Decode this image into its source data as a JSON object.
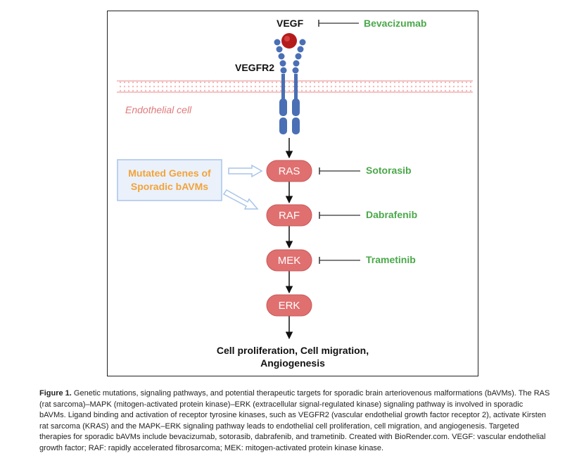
{
  "diagram": {
    "ligand": "VEGF",
    "receptor": "VEGFR2",
    "cell_label": "Endothelial cell",
    "mutated_genes_line1": "Mutated Genes of",
    "mutated_genes_line2": "Sporadic bAVMs",
    "nodes": [
      "RAS",
      "RAF",
      "MEK",
      "ERK"
    ],
    "drugs": {
      "vegf": "Bevacizumab",
      "ras": "Sotorasib",
      "raf": "Dabrafenib",
      "mek": "Trametinib"
    },
    "outcome_line1": "Cell proliferation, Cell migration,",
    "outcome_line2": "Angiogenesis",
    "colors": {
      "node_fill": "#e07070",
      "receptor_blue": "#4a6fb5",
      "ligand_red": "#b51b1b",
      "drug_green": "#4aa84a",
      "mutation_orange": "#f2a33a",
      "membrane_pink": "#f4b8b8"
    }
  },
  "caption": {
    "figure_label": "Figure 1.",
    "text": "Genetic mutations, signaling pathways, and potential therapeutic targets for sporadic brain arteriovenous malformations (bAVMs). The RAS (rat sarcoma)–MAPK (mitogen-activated protein kinase)–ERK (extracellular signal-regulated kinase) signaling pathway is involved in sporadic bAVMs. Ligand binding and activation of receptor tyrosine kinases, such as VEGFR2 (vascular endothelial growth factor receptor 2), activate Kirsten rat sarcoma (KRAS) and the MAPK–ERK signaling pathway leads to endothelial cell proliferation, cell migration, and angiogenesis. Targeted therapies for sporadic bAVMs include bevacizumab, sotorasib, dabrafenib, and trametinib. Created with BioRender.com. VEGF: vascular endothelial growth factor; RAF: rapidly accelerated fibrosarcoma; MEK: mitogen-activated protein kinase kinase."
  }
}
